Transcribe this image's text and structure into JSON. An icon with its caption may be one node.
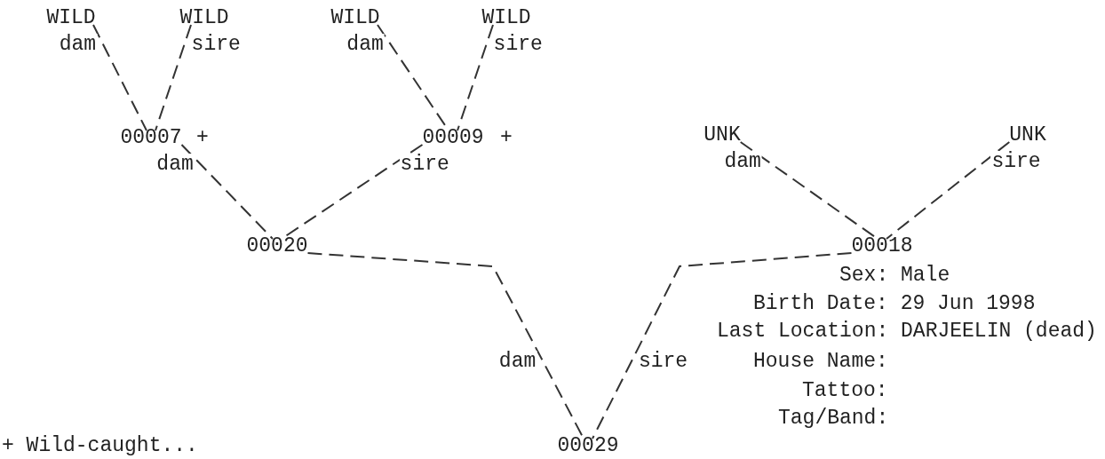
{
  "diagram": {
    "nodes": [
      {
        "text": [
          "WILD"
        ]
      },
      {
        "text": [
          "WILD"
        ]
      },
      {
        "text": [
          "WILD"
        ]
      },
      {
        "text": [
          "WILD"
        ]
      },
      {
        "text": [
          "00007"
        ]
      },
      {
        "text": [
          "00009"
        ]
      },
      {
        "text": [
          "UNK"
        ]
      },
      {
        "text": [
          "UNK"
        ]
      },
      {
        "text": [
          "00020"
        ]
      },
      {
        "text": [
          "00018"
        ]
      },
      {
        "text": [
          "00029"
        ]
      }
    ],
    "edges": [
      {
        "from": 0,
        "to": 4,
        "arrow": "none",
        "label": "dam"
      },
      {
        "from": 1,
        "to": 4,
        "arrow": "none",
        "label": "sire"
      },
      {
        "from": 2,
        "to": 5,
        "arrow": "none",
        "label": "dam"
      },
      {
        "from": 3,
        "to": 5,
        "arrow": "none",
        "label": "sire"
      },
      {
        "from": 4,
        "to": 8,
        "arrow": "none",
        "label": "dam"
      },
      {
        "from": 5,
        "to": 8,
        "arrow": "none",
        "label": "sire"
      },
      {
        "from": 6,
        "to": 9,
        "arrow": "none",
        "label": "dam"
      },
      {
        "from": 7,
        "to": 9,
        "arrow": "none",
        "label": "sire"
      },
      {
        "from": 8,
        "to": 10,
        "arrow": "none",
        "label": "dam"
      },
      {
        "from": 9,
        "to": 10,
        "arrow": "none",
        "label": "sire"
      }
    ],
    "labels": [
      "+",
      "+",
      "Sex: Male",
      "Birth Date: 29 Jun 1998",
      "Last Location: DARJEELIN (dead)",
      "House Name:",
      "Tattoo:",
      "Tag/Band:",
      "+ Wild-caught..."
    ]
  }
}
